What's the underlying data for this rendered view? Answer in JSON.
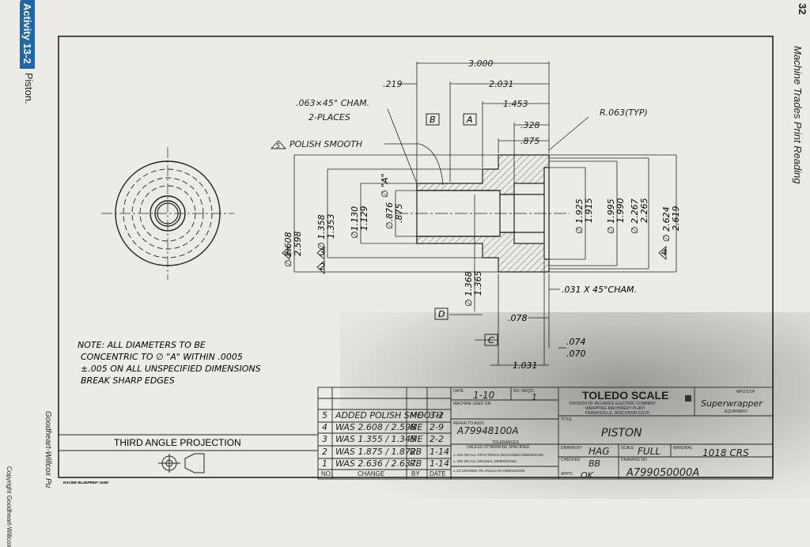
{
  "page": {
    "header_title": "Machine Trades Print Reading",
    "page_number": "32",
    "activity_tag": "Activity 13-2",
    "activity_title": "Piston.",
    "publisher": "Goodheart-Willcox Pu",
    "copyright": "Copyright Goodheart-Willcox"
  },
  "drawing": {
    "dims_top": {
      "d3000": "3.000",
      "d2031": "2.031",
      "d1453": "1.453",
      "d219": ".219",
      "d328": ".328",
      "d875": ".875",
      "r063": "R.063(TYP)",
      "datum_b": "B",
      "datum_a": "A"
    },
    "notes_left": {
      "cham_line1": ".063×45° CHAM.",
      "cham_line2": "2-PLACES",
      "polish_flag": "5",
      "polish": "POLISH SMOOTH"
    },
    "vertical_dims": {
      "d2608": "∅ 2.608",
      "d2598": "2.598",
      "d1358": "∅ 1.358",
      "d1353": "1.353",
      "d1130": "∅1.130",
      "d1129": "1.129",
      "dA": "∅ \"A\"",
      "d876": "∅.876",
      "d875b": ".875",
      "d1368": "∅ 1.368",
      "d1365": "1.365",
      "d1925": "∅ 1.925",
      "d1915": "1.915",
      "d1995": "∅ 1.995",
      "d1990": "1.990",
      "d2267": "∅ 2.267",
      "d2265": "2.265",
      "d2624": "∅ 2.624",
      "d2619": "2.619",
      "flag1": "1",
      "flag3": "3",
      "flag2": "2",
      "flag4": "4"
    },
    "dims_bottom": {
      "cham031": ".031 X 45°CHAM.",
      "d078": ".078",
      "d074": ".074",
      "d070": ".070",
      "d1031": "1.031",
      "datum_d": "D",
      "datum_c": "C"
    },
    "general_note": {
      "line1": "NOTE: ALL DIAMETERS TO BE",
      "line2": "CONCENTRIC TO ∅ \"A\" WITHIN .0005",
      "line3": "±.005 ON ALL UNSPECIFIED DIMENSIONS",
      "line4": "BREAK SHARP EDGES"
    }
  },
  "projection": {
    "label": "THIRD ANGLE PROJECTION"
  },
  "footer": {
    "label": "RACINE BLUEPRINT 100M"
  },
  "revisions": {
    "rows": [
      {
        "no": "5",
        "change": "ADDED POLISH SMOOTH",
        "by": "ME",
        "date": "3-2"
      },
      {
        "no": "4",
        "change": "WAS 2.608 / 2.598",
        "by": "ME",
        "date": "2-9"
      },
      {
        "no": "3",
        "change": "WAS 1.355 / 1.345",
        "by": "ME",
        "date": "2-2"
      },
      {
        "no": "2",
        "change": "WAS 1.875 / 1.872",
        "by": "RB",
        "date": "1-14"
      },
      {
        "no": "1",
        "change": "WAS 2.636 / 2.637",
        "by": "RB",
        "date": "1-14"
      }
    ],
    "headers": {
      "no": "NO.",
      "change": "CHANGE",
      "by": "BY",
      "date": "DATE"
    }
  },
  "title_block": {
    "date_label": "DATE",
    "date": "1-10",
    "req_label": "NO. REQ'D.",
    "req": "1",
    "machine_label": "MACHINE USED ON.",
    "refer_label": "REFER TO ASST.",
    "refer": "A79948100A",
    "tol_label": "TOLERANCES",
    "tol1": "UNLESS OTHERWISE SPECIFIED",
    "tol2": "± .010 ON ALL FRACTIONAL MACHINED DIMENSIONS",
    "tol3": "± .005 ON ALL DECIMAL DIMENSIONS",
    "tol4": "± 1/2 DEGREE ON ANGULAR DIMENSIONS",
    "company": "TOLEDO SCALE",
    "company_sub1": "DIVISION OF RELIANCE ELECTRIC COMPANY",
    "company_sub2": "WRAPPING MACHINERY PLANT",
    "company_sub3": "FRANKSVILLE, WISCONSIN 53126",
    "mfg_label": "MFG'S OF",
    "brand": "Superwrapper",
    "brand_sub": "EQUIPMENT",
    "title_label": "TITLE",
    "title": "PISTON",
    "drawn_label": "DRAWN BY",
    "drawn": "HAG",
    "scale_label": "SCALE",
    "scale": "FULL",
    "material_label": "MATERIAL",
    "material": "1018 CRS",
    "checked_label": "CHECKED",
    "checked": "BB",
    "dwgno_label": "DRAWING NO",
    "dwgno": "A799050000A",
    "appd_label": "APP'D.",
    "appd": "OK"
  }
}
